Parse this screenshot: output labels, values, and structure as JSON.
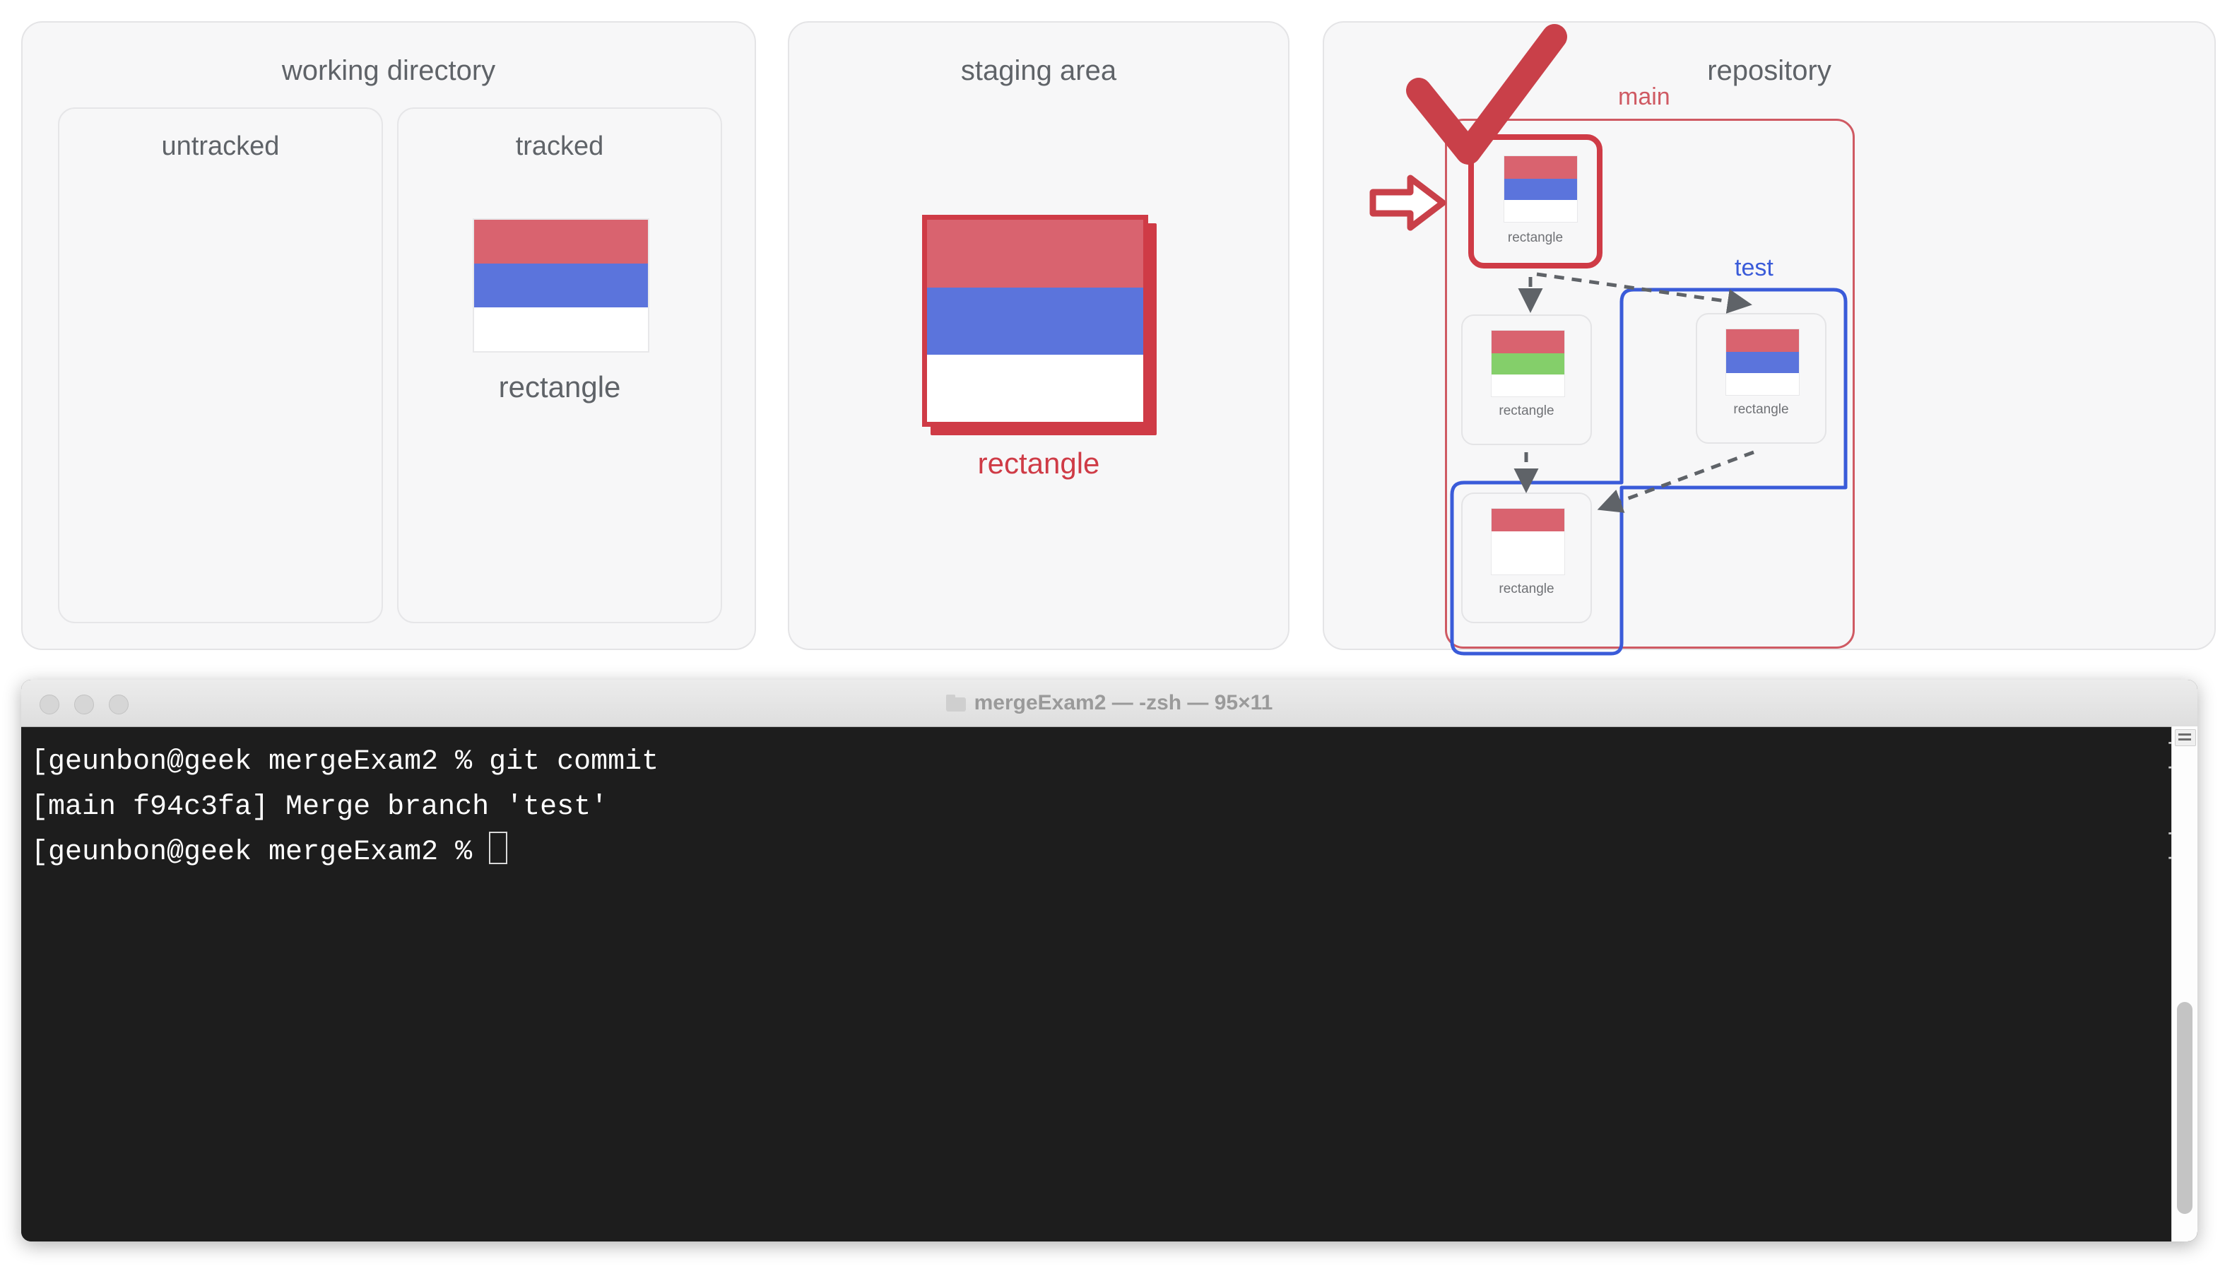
{
  "diagram": {
    "working_directory": {
      "title": "working directory",
      "untracked": {
        "title": "untracked",
        "files": []
      },
      "tracked": {
        "title": "tracked",
        "files": [
          {
            "label": "rectangle",
            "bands": [
              "#d9636f",
              "#5b74dc",
              "#ffffff"
            ]
          }
        ]
      }
    },
    "staging_area": {
      "title": "staging area",
      "files": [
        {
          "label": "rectangle",
          "bands": [
            "#d9636f",
            "#5b74dc",
            "#ffffff"
          ],
          "highlight_color": "#cf3b46"
        }
      ]
    },
    "repository": {
      "title": "repository",
      "branches": [
        {
          "name": "main",
          "color": "#cf5a63"
        },
        {
          "name": "test",
          "color": "#3a5bd9"
        }
      ],
      "commits": [
        {
          "id": "merge",
          "label": "rectangle",
          "bands": [
            "#d9636f",
            "#5b74dc",
            "#ffffff"
          ],
          "is_head": true,
          "branch": "main"
        },
        {
          "id": "main-prev",
          "label": "rectangle",
          "bands": [
            "#d9636f",
            "#84cf6a",
            "#ffffff"
          ],
          "is_head": false,
          "branch": "main"
        },
        {
          "id": "test-tip",
          "label": "rectangle",
          "bands": [
            "#d9636f",
            "#5b74dc",
            "#ffffff"
          ],
          "is_head": false,
          "branch": "test"
        },
        {
          "id": "base",
          "label": "rectangle",
          "bands": [
            "#d9636f",
            "#ffffff"
          ],
          "is_head": false,
          "branch": "both"
        }
      ],
      "annotations": {
        "checkmark": "check-mark",
        "pointer": "right-arrow"
      }
    },
    "colors": {
      "red": "#d9636f",
      "blue": "#5b74dc",
      "green": "#84cf6a",
      "white": "#ffffff",
      "staged_red": "#cf3b46",
      "panel_bg": "#f7f7f8",
      "panel_border": "#e4e4e6",
      "title_text": "#5f6368"
    }
  },
  "terminal": {
    "title": "mergeExam2 — -zsh — 95×11",
    "traffic_lights": [
      "close",
      "minimize",
      "zoom"
    ],
    "lines": [
      "[geunbon@geek mergeExam2 % git commit",
      "[main f94c3fa] Merge branch 'test'",
      "[geunbon@geek mergeExam2 % "
    ],
    "right_brackets": [
      "]",
      "]"
    ],
    "cursor": "block-cursor",
    "prompt_user": "geunbon",
    "prompt_host": "geek",
    "prompt_dir": "mergeExam2",
    "command": "git commit",
    "commit_branch": "main",
    "commit_hash": "f94c3fa",
    "commit_message": "Merge branch 'test'",
    "bg": "#1d1d1d",
    "fg": "#ffffff"
  }
}
